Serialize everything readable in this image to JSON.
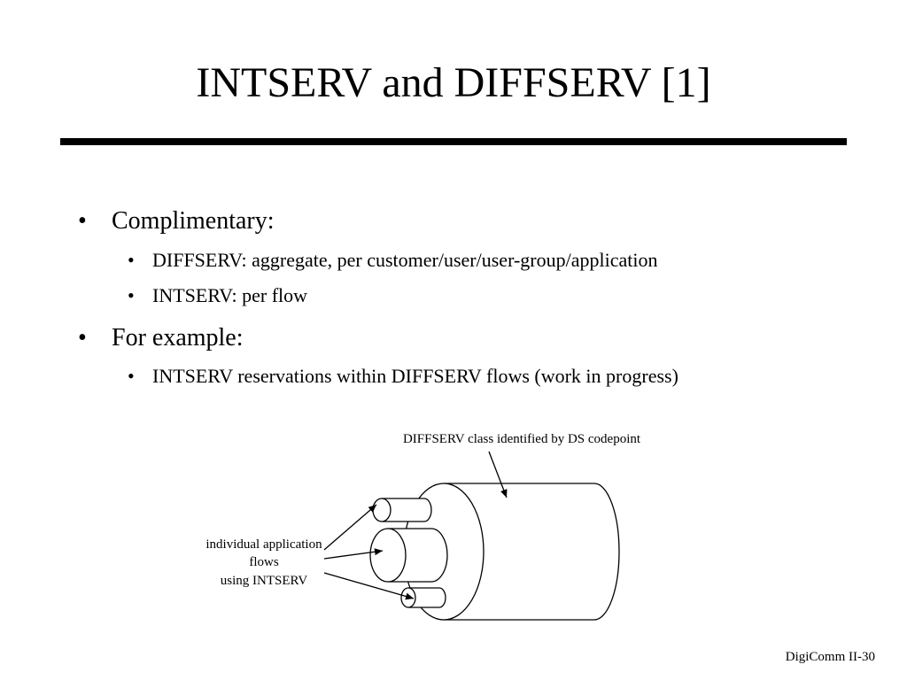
{
  "slide": {
    "title": "INTSERV and DIFFSERV [1]",
    "bullets": [
      {
        "text": "Complimentary:",
        "sub": [
          "DIFFSERV: aggregate, per customer/user/user-group/application",
          "INTSERV: per flow"
        ]
      },
      {
        "text": "For example:",
        "sub": [
          "INTSERV reservations within DIFFSERV flows (work in progress)"
        ]
      }
    ],
    "bullet_symbol": "•",
    "footer": "DigiComm II-30"
  },
  "diagram": {
    "outer_label": "DIFFSERV class identified by DS codepoint",
    "inner_label_lines": [
      "individual application",
      "flows",
      "using INTSERV"
    ]
  }
}
